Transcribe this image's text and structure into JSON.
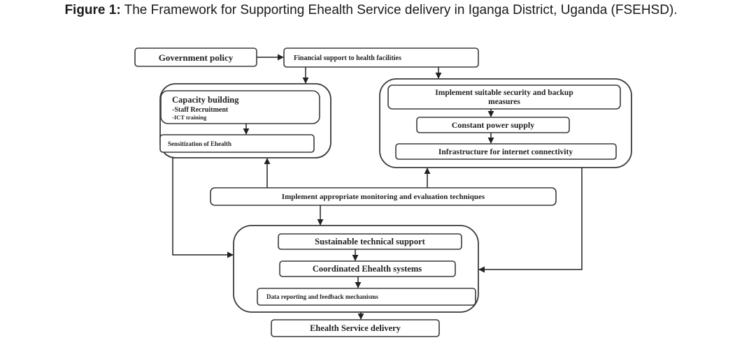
{
  "figure": {
    "label": "Figure 1:",
    "title": " The Framework for Supporting Ehealth Service delivery in Iganga District, Uganda (FSEHSD)."
  },
  "nodes": {
    "government_policy": "Government policy",
    "financial_support": "Financial support to health facilities",
    "capacity_building": {
      "title": "Capacity building",
      "items": [
        "-Staff Recruitment",
        "-ICT training"
      ]
    },
    "sensitization": "Sensitization of Ehealth",
    "security_backup": [
      "Implement suitable security and backup",
      "measures"
    ],
    "power_supply": "Constant power supply",
    "internet_infrastructure": "Infrastructure for internet connectivity",
    "monitoring_evaluation": "Implement appropriate monitoring and evaluation techniques",
    "technical_support": "Sustainable technical support",
    "coordinated_systems": "Coordinated Ehealth systems",
    "data_reporting": "Data reporting and feedback mechanisms",
    "service_delivery": "Ehealth Service delivery"
  },
  "edges": [
    {
      "from": "government_policy",
      "to": "financial_support"
    },
    {
      "from": "financial_support",
      "to": "capacity_group"
    },
    {
      "from": "financial_support",
      "to": "infrastructure_group"
    },
    {
      "from": "capacity_building",
      "to": "sensitization"
    },
    {
      "from": "security_backup",
      "to": "power_supply"
    },
    {
      "from": "power_supply",
      "to": "internet_infrastructure"
    },
    {
      "from": "monitoring_evaluation",
      "to": "capacity_group"
    },
    {
      "from": "monitoring_evaluation",
      "to": "infrastructure_group"
    },
    {
      "from": "monitoring_evaluation",
      "to": "delivery_group"
    },
    {
      "from": "capacity_group",
      "to": "delivery_group"
    },
    {
      "from": "infrastructure_group",
      "to": "delivery_group"
    },
    {
      "from": "technical_support",
      "to": "coordinated_systems"
    },
    {
      "from": "coordinated_systems",
      "to": "data_reporting"
    },
    {
      "from": "delivery_group",
      "to": "service_delivery"
    }
  ]
}
